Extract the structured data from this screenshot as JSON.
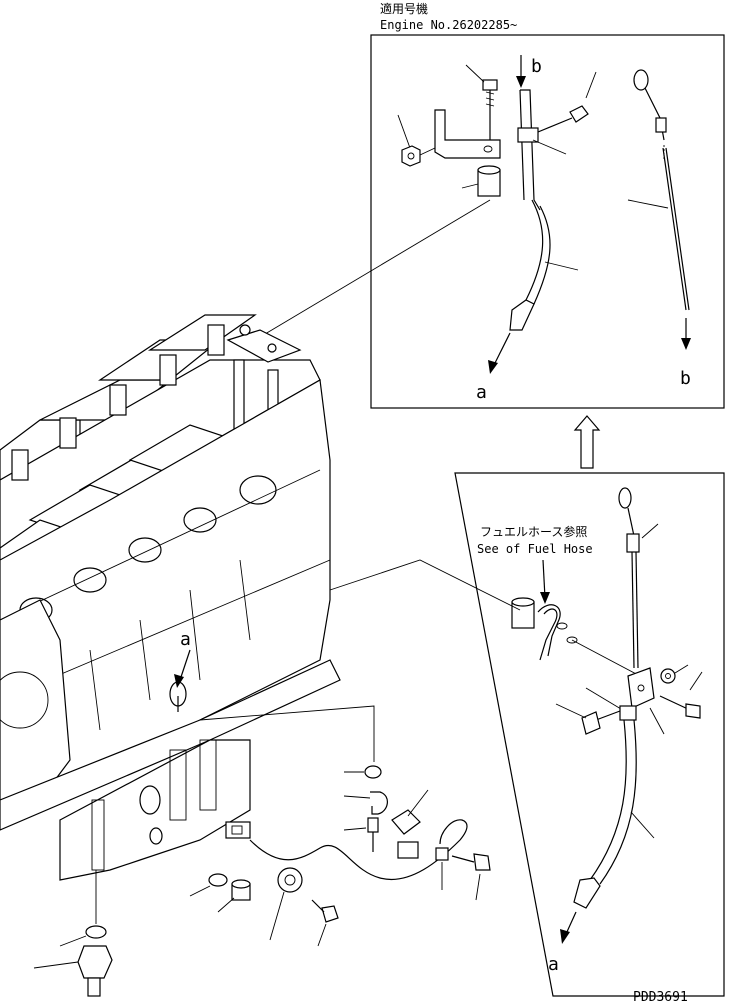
{
  "header": {
    "applicable_jp": "適用号機",
    "engine_no": "Engine No.26202285~"
  },
  "note": {
    "jp": "フュエルホース参照",
    "en": "See of Fuel Hose"
  },
  "labels": {
    "a": "a",
    "b": "b"
  },
  "footer": {
    "drawing_id": "PDD3691"
  }
}
